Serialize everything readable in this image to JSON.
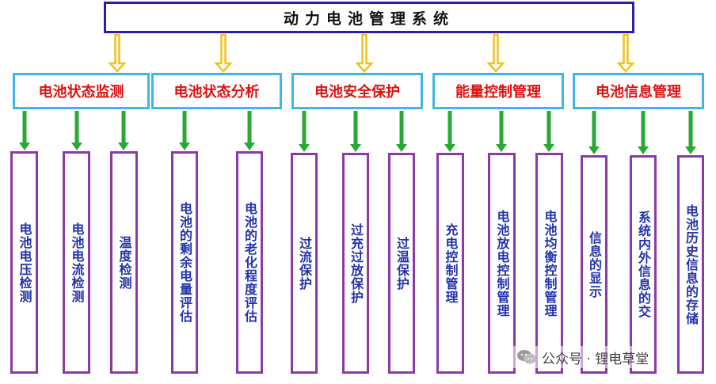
{
  "root": "动力电池管理系统",
  "categories": [
    {
      "label": "电池状态监测",
      "children": [
        "电池电压检测",
        "电池电流检测",
        "温度检测"
      ]
    },
    {
      "label": "电池状态分析",
      "children": [
        "电池的剩余电量评估",
        "电池的老化程度评估"
      ]
    },
    {
      "label": "电池安全保护",
      "children": [
        "过流保护",
        "过充过放保护",
        "过温保护"
      ]
    },
    {
      "label": "能量控制管理",
      "children": [
        "充电控制管理",
        "电池放电控制管理",
        "电池均衡控制管理"
      ]
    },
    {
      "label": "电池信息管理",
      "children": [
        "信息的显示",
        "系统内外信息的交",
        "电池历史信息的存储"
      ]
    }
  ],
  "watermark": "公众号 · 锂电草堂",
  "colors": {
    "root_border": "#2b1fa8",
    "category_border": "#3fb6e8",
    "category_text": "#e01010",
    "leaf_border": "#8e3aa6",
    "leaf_text": "#2233aa",
    "arrow_yellow": "#f2c21a",
    "arrow_green": "#2aa836"
  },
  "icons": [
    "yellow-down-arrow-icon",
    "green-down-arrow-icon",
    "wechat-icon"
  ]
}
